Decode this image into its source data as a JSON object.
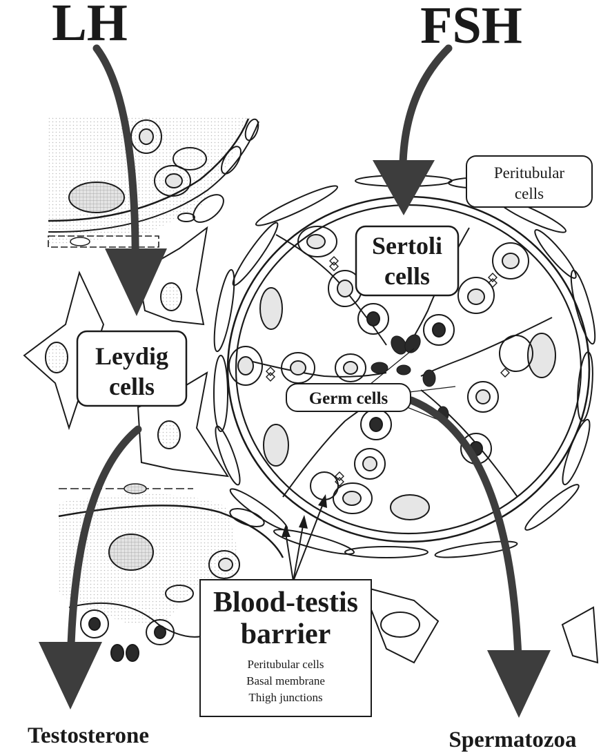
{
  "hormones": {
    "lh": "LH",
    "fsh": "FSH"
  },
  "labels": {
    "peritubular_line1": "Peritubular",
    "peritubular_line2": "cells",
    "sertoli_line1": "Sertoli",
    "sertoli_line2": "cells",
    "leydig_line1": "Leydig",
    "leydig_line2": "cells",
    "germ": "Germ cells"
  },
  "barrier": {
    "title_line1": "Blood-testis",
    "title_line2": "barrier",
    "items": [
      "Peritubular cells",
      "Basal membrane",
      "Thigh junctions"
    ]
  },
  "outputs": {
    "testosterone": "Testosterone",
    "spermatozoa": "Spermatozoa"
  },
  "colors": {
    "arrow": "#3d3d3d",
    "line": "#1a1a1a",
    "stipple": "#d2d2d2",
    "nucleus_fill": "#e6e6e6",
    "dark_nucleus": "#2a2a2a",
    "background": "#ffffff"
  }
}
